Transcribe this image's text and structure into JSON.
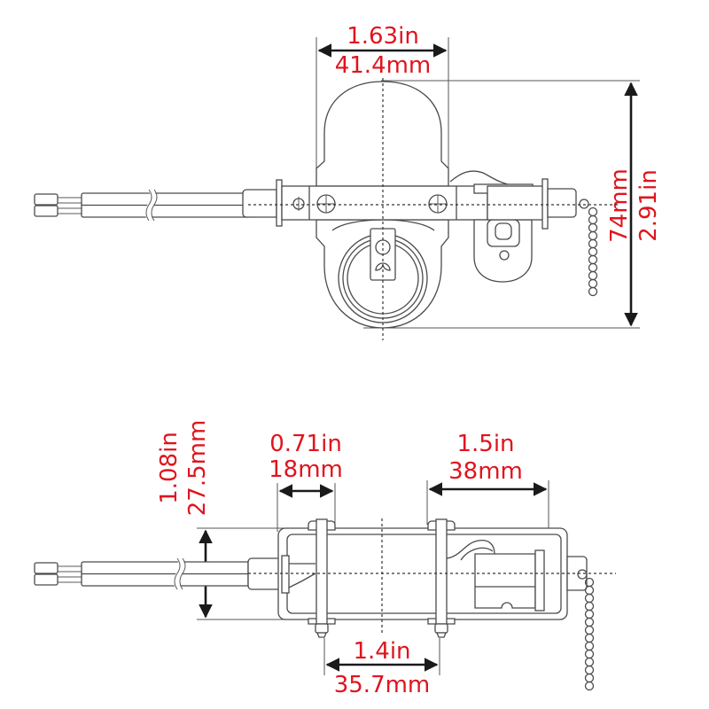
{
  "diagram": {
    "subject": "lamp socket with pull chain switch",
    "colors": {
      "dimension_text": "#e0141e",
      "lines": "#4a4a4a",
      "dimension_lines": "#1a1a1a",
      "background": "#ffffff"
    },
    "top_view": {
      "width_dimension": {
        "imperial": "1.63in",
        "metric": "41.4mm"
      },
      "height_dimension": {
        "metric": "74mm",
        "imperial": "2.91in"
      }
    },
    "side_view": {
      "height_dimension": {
        "imperial": "1.08in",
        "metric": "27.5mm"
      },
      "bracket_offset_dimension": {
        "imperial": "0.71in",
        "metric": "18mm"
      },
      "switch_length_dimension": {
        "imperial": "1.5in",
        "metric": "38mm"
      },
      "bolt_spacing_dimension": {
        "imperial": "1.4in",
        "metric": "35.7mm"
      }
    }
  }
}
